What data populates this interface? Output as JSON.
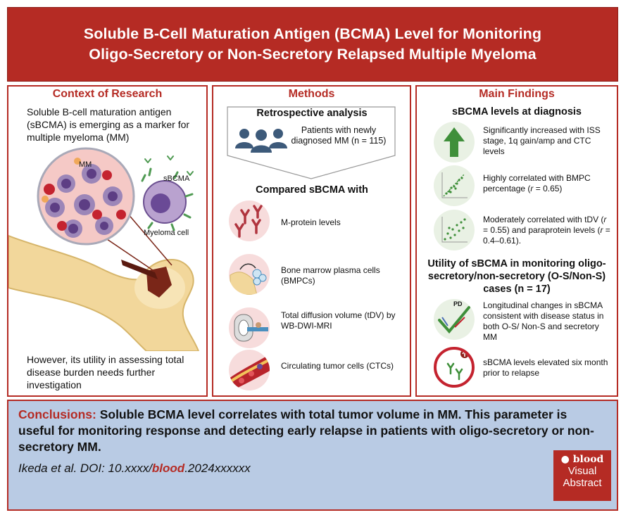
{
  "header": {
    "line1": "Soluble B-Cell Maturation Antigen (BCMA) Level for Monitoring",
    "line2": "Oligo-Secretory or Non-Secretory Relapsed Multiple Myeloma"
  },
  "context": {
    "title": "Context of Research",
    "intro": "Soluble B-cell maturation antigen (sBCMA) is emerging as a marker for multiple myeloma (MM)",
    "label_mm": "MM",
    "label_sbcma": "sBCMA",
    "label_cell": "Myeloma cell",
    "outro": "However, its utility in assessing total disease burden needs further investigation"
  },
  "methods": {
    "title": "Methods",
    "retro": "Retrospective analysis",
    "patients": "Patients with newly diagnosed MM (n = 115)",
    "compared": "Compared sBCMA with",
    "items": [
      {
        "label": "M-protein levels",
        "icon": "antibody-icon"
      },
      {
        "label": "Bone marrow plasma cells (BMPCs)",
        "icon": "bone-marrow-icon"
      },
      {
        "label": "Total diffusion volume (tDV) by WB-DWI-MRI",
        "icon": "mri-scanner-icon"
      },
      {
        "label": "Circulating tumor cells (CTCs)",
        "icon": "blood-vessel-icon"
      }
    ]
  },
  "findings": {
    "title": "Main Findings",
    "sub1": "sBCMA levels at diagnosis",
    "f1": "Significantly increased with ISS stage, 1q gain/amp and CTC levels",
    "f2a": "Highly correlated with BMPC percentage (",
    "f2r": "r",
    "f2b": " = 0.65)",
    "f3a": "Moderately correlated with tDV (",
    "f3r1": "r",
    "f3b": " = 0.55) and paraprotein levels (",
    "f3r2": "r",
    "f3c": " = 0.4–0.61).",
    "sub2": "Utility of sBCMA in monitoring oligo-secretory/non-secretory (O-S/Non-S) cases (n = 17)",
    "pd": "PD",
    "f4": "Longitudinal changes in sBCMA consistent with disease status in both O-S/ Non-S and secretory MM",
    "f5": "sBCMA levels elevated six month prior to relapse"
  },
  "conclusion": {
    "label": "Conclusions:",
    "text": " Soluble BCMA level correlates with total tumor volume in MM. This parameter is useful for monitoring response and detecting early relapse in patients with oligo-secretory or non-secretory MM.",
    "cite_a": "Ikeda et al. DOI: 10.xxxx/",
    "cite_blood": "blood",
    "cite_b": ".2024xxxxxx"
  },
  "badge": {
    "brand": "blood",
    "line1": "Visual",
    "line2": "Abstract"
  },
  "colors": {
    "accent": "#b52b24",
    "conclusion_bg": "#b9cbe4",
    "icon_pink": "#f7dcdc",
    "icon_green": "#e9f1e4",
    "people": "#3d5a7a"
  }
}
